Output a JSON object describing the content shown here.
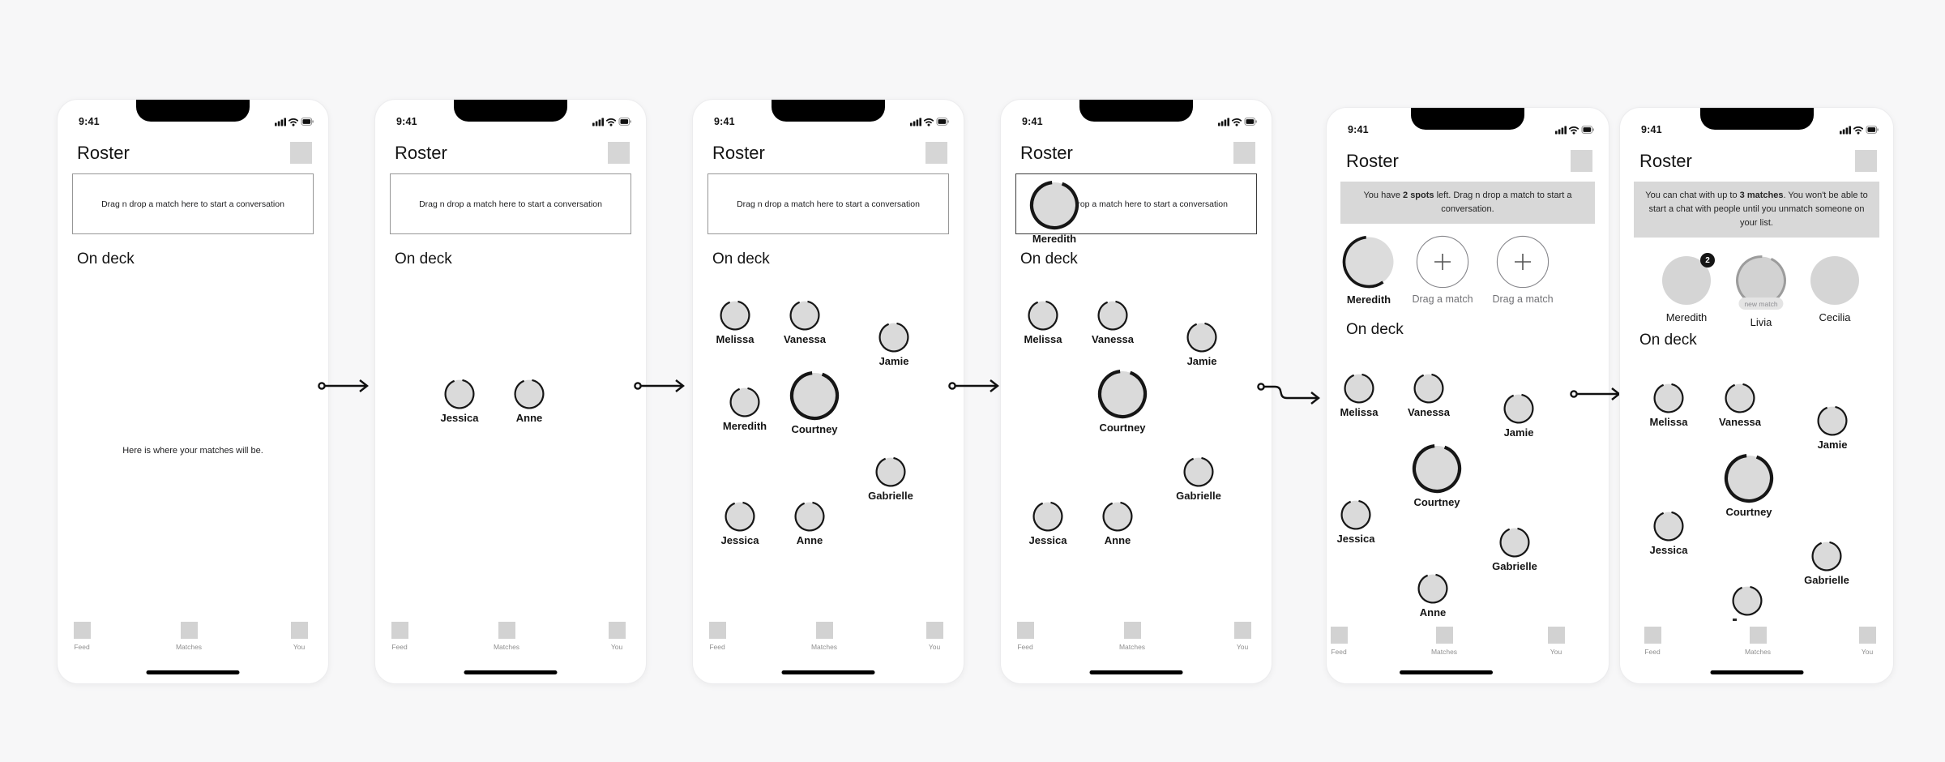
{
  "common": {
    "time": "9:41",
    "title": "Roster",
    "dropzone_hint": "Drag n drop a match here to start a conversation",
    "on_deck_heading": "On deck",
    "tabs": {
      "feed": "Feed",
      "matches": "Matches",
      "you": "You"
    }
  },
  "people": {
    "melissa": "Melissa",
    "vanessa": "Vanessa",
    "jamie": "Jamie",
    "meredith": "Meredith",
    "courtney": "Courtney",
    "gabrielle": "Gabrielle",
    "jessica": "Jessica",
    "anne": "Anne",
    "livia": "Livia",
    "cecilia": "Cecilia"
  },
  "screen1": {
    "empty_state": "Here is where your matches will be."
  },
  "screen5": {
    "banner_pre": "You have ",
    "banner_bold": "2 spots",
    "banner_post": " left. Drag n drop a match to start a conversation.",
    "empty_slot_label": "Drag a match"
  },
  "screen6": {
    "banner_pre": "You can chat with up to ",
    "banner_bold": "3 matches",
    "banner_post": ". You won't be able to start a chat with people until you unmatch someone on your list.",
    "meredith_badge": "2",
    "new_match_tag": "new match"
  }
}
